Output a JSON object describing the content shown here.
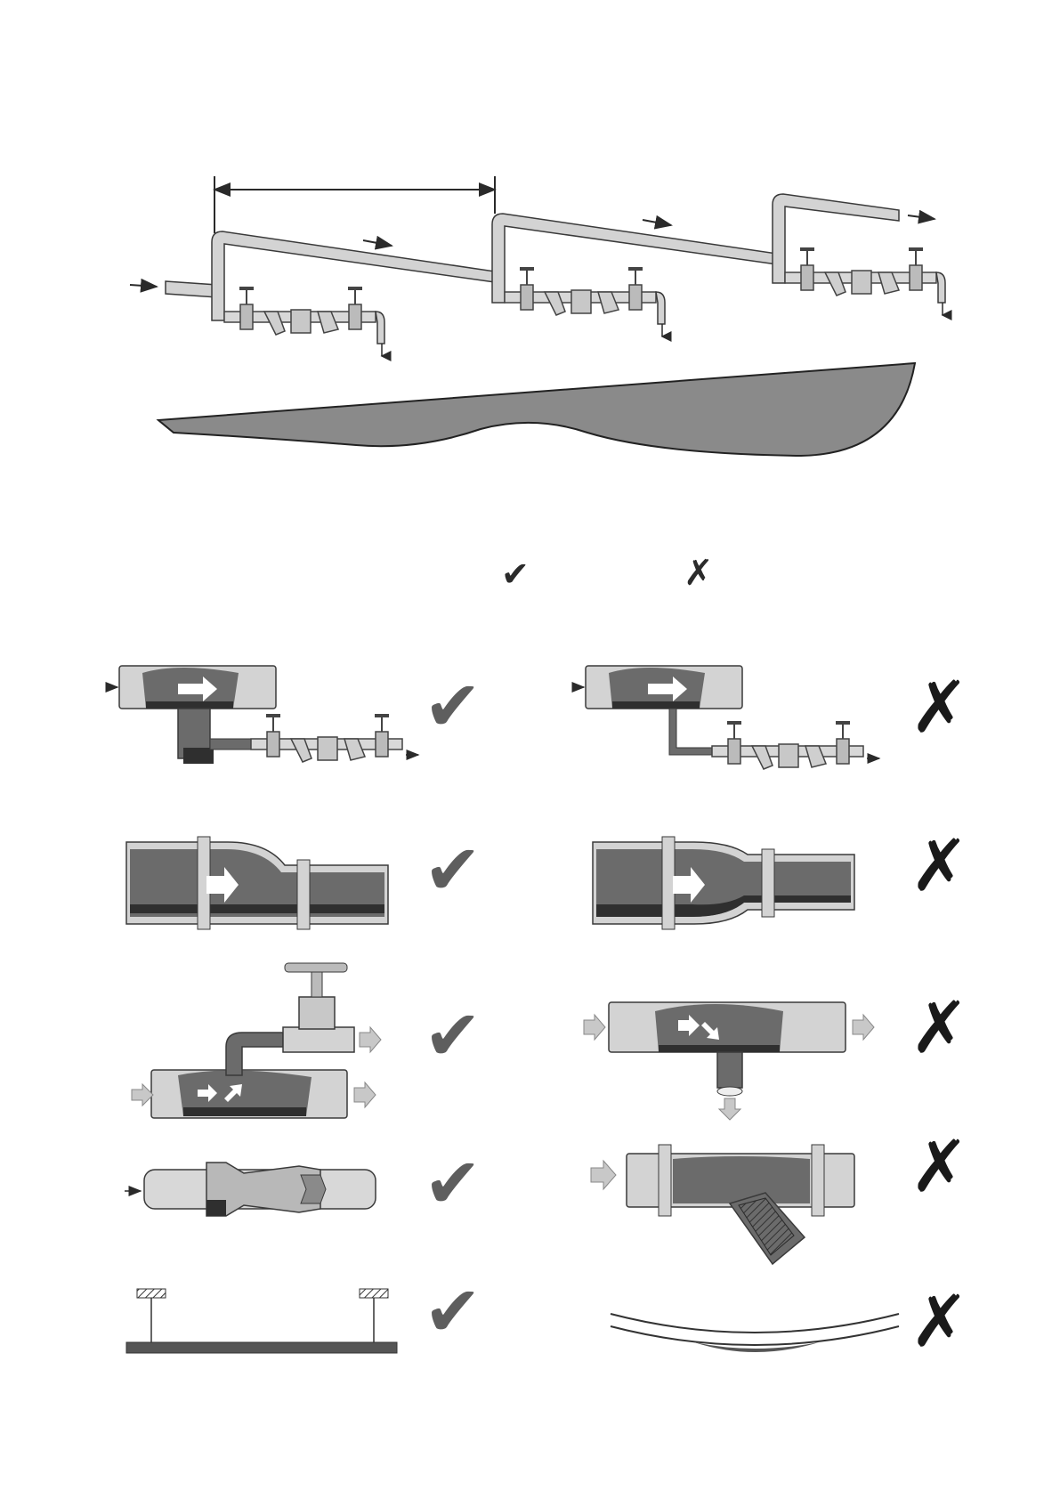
{
  "legend": {
    "correct_symbol": "✔",
    "incorrect_symbol": "✗"
  },
  "colors": {
    "pipe_light": "#d3d3d3",
    "pipe_dark": "#6b6b6b",
    "condensate": "#2f2f2f",
    "outline": "#3a3a3a",
    "check_mark": "#5e5e5e",
    "cross_mark": "#1a1a1a",
    "ground": "#8a8a8a"
  },
  "panels": [
    {
      "id": "trap-pocket",
      "verdict": "correct"
    },
    {
      "id": "trap-side-takeoff",
      "verdict": "incorrect"
    },
    {
      "id": "eccentric-reducer",
      "verdict": "correct"
    },
    {
      "id": "concentric-reducer",
      "verdict": "incorrect"
    },
    {
      "id": "branch-from-top",
      "verdict": "correct"
    },
    {
      "id": "branch-from-bottom",
      "verdict": "incorrect"
    },
    {
      "id": "strainer-in-line",
      "verdict": "correct"
    },
    {
      "id": "strainer-basket-down",
      "verdict": "incorrect"
    },
    {
      "id": "supported-pipe",
      "verdict": "correct"
    },
    {
      "id": "sagging-pipe",
      "verdict": "incorrect"
    }
  ]
}
